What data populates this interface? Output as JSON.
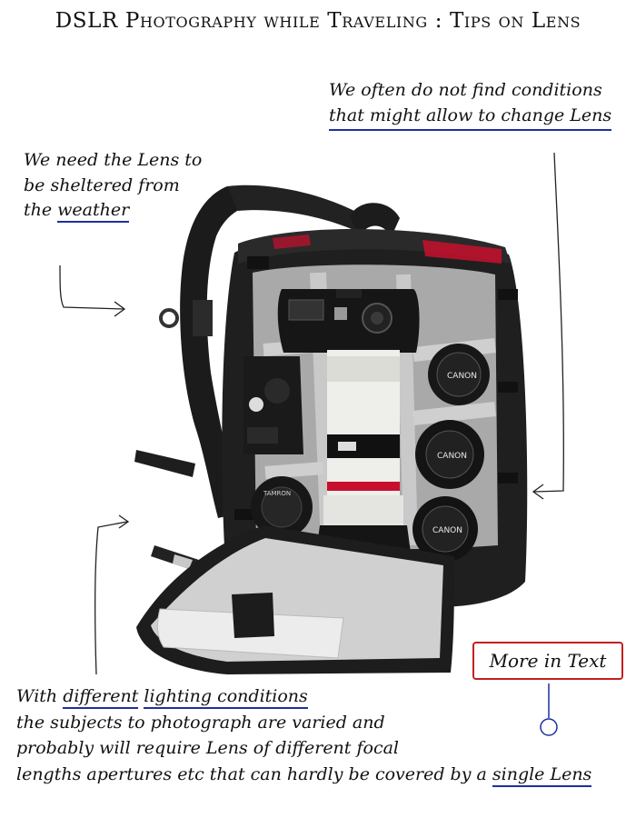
{
  "title": "DSLR Photography while Traveling : Tips on Lens",
  "notes": {
    "top_right": {
      "line1": "We often do not find conditions",
      "line2": "that might allow to change Lens"
    },
    "left": {
      "line1": "We need the Lens to",
      "line2": "be sheltered from",
      "line3_prefix": "the ",
      "line3_highlight": "weather"
    },
    "bottom": {
      "line1_prefix": "With ",
      "line1_highlight1": "different",
      "line1_space": " ",
      "line1_highlight2": "lighting conditions",
      "line2": "the subjects to photograph are varied and",
      "line3": "probably will require Lens of different focal",
      "line4_prefix": "lengths  apertures  etc that can hardly be covered by a ",
      "line4_highlight": "single Lens"
    }
  },
  "more_button": {
    "label": "More in Text"
  },
  "lens_labels": {
    "lens1": "CANON",
    "lens2": "CANON",
    "lens3": "CANON",
    "left_lens": "TAMRON"
  },
  "colors": {
    "underline": "#1e2fa0",
    "button_border": "#c21f1f",
    "bag_body": "#1f1f1f",
    "bag_interior": "#b8b8b8",
    "lens_white": "#eeeeea",
    "accent_red": "#c8102e"
  }
}
